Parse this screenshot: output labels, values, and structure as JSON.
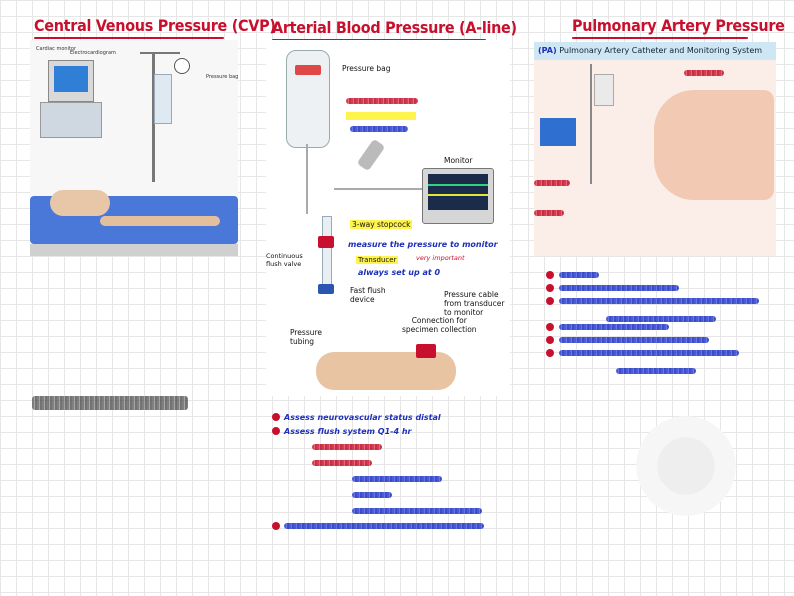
{
  "columns": {
    "cvp": {
      "title": "Central Venous Pressure (CVP)",
      "figure_labels": {
        "cardiac_monitor": "Cardiac monitor",
        "electrocardiogram": "Electrocardiogram",
        "pressure_bag": "Pressure bag"
      }
    },
    "aline": {
      "title": "Arterial Blood Pressure (A-line)",
      "figure_labels": {
        "pressure_bag": "Pressure bag",
        "monitor": "Monitor",
        "three_way_stopcock": "3-way stopcock",
        "transducer": "Transducer",
        "continuous_flush_valve": "Continuous\nflush valve",
        "fast_flush_device": "Fast flush\ndevice",
        "pressure_cable": "Pressure cable\nfrom transducer\nto monitor",
        "specimen_collection": "Connection for\nspecimen collection",
        "pressure_tubing": "Pressure\ntubing"
      },
      "annotations": {
        "measure_pressure": "measure the pressure to monitor",
        "very_important": "very important",
        "always_set_up": "always set up at 0"
      },
      "notes": {
        "line1": "Assess neurovascular status distal",
        "line2": "Assess flush system Q1-4 hr"
      }
    },
    "pa": {
      "title": "Pulmonary Artery Pressure",
      "header_abbr": "(PA)",
      "header_text": "Pulmonary Artery Catheter and Monitoring System"
    }
  },
  "colors": {
    "title_red": "#c8102e",
    "ink_blue": "#1d2fb8",
    "highlight_yellow": "#fff34d",
    "pa_header_bg": "#cfe6f5"
  }
}
